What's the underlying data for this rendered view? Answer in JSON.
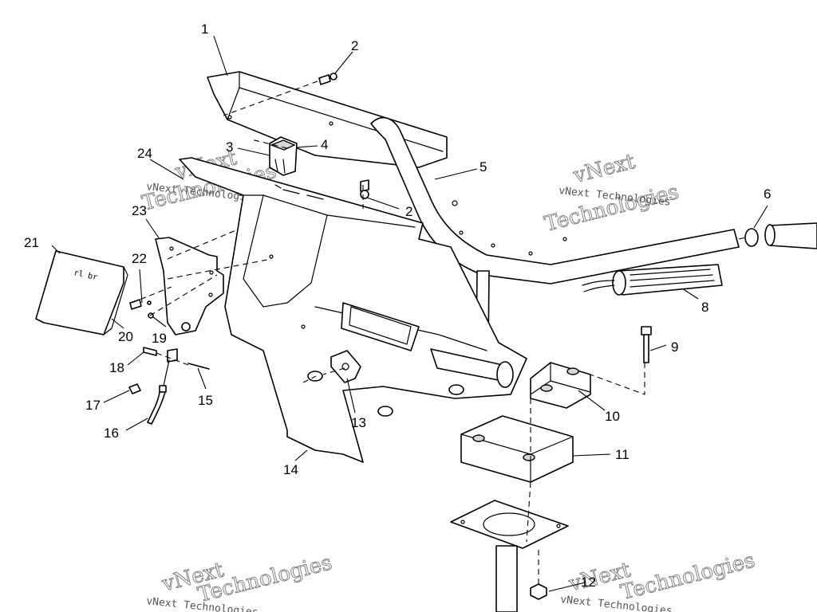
{
  "diagram": {
    "callouts": [
      {
        "id": "1",
        "label": "1"
      },
      {
        "id": "2a",
        "label": "2"
      },
      {
        "id": "2b",
        "label": "2"
      },
      {
        "id": "3",
        "label": "3"
      },
      {
        "id": "4",
        "label": "4"
      },
      {
        "id": "5",
        "label": "5"
      },
      {
        "id": "6",
        "label": "6"
      },
      {
        "id": "8",
        "label": "8"
      },
      {
        "id": "9",
        "label": "9"
      },
      {
        "id": "10",
        "label": "10"
      },
      {
        "id": "11",
        "label": "11"
      },
      {
        "id": "12",
        "label": "12"
      },
      {
        "id": "13",
        "label": "13"
      },
      {
        "id": "14",
        "label": "14"
      },
      {
        "id": "15",
        "label": "15"
      },
      {
        "id": "16",
        "label": "16"
      },
      {
        "id": "17",
        "label": "17"
      },
      {
        "id": "18",
        "label": "18"
      },
      {
        "id": "19",
        "label": "19"
      },
      {
        "id": "20",
        "label": "20"
      },
      {
        "id": "21",
        "label": "21"
      },
      {
        "id": "22",
        "label": "22"
      },
      {
        "id": "23",
        "label": "23"
      },
      {
        "id": "24",
        "label": "24"
      }
    ],
    "decal_text": "rl br",
    "watermark": {
      "small": "vNext Technologies",
      "big_line1": "vNext",
      "big_line2": "Technologies"
    }
  }
}
